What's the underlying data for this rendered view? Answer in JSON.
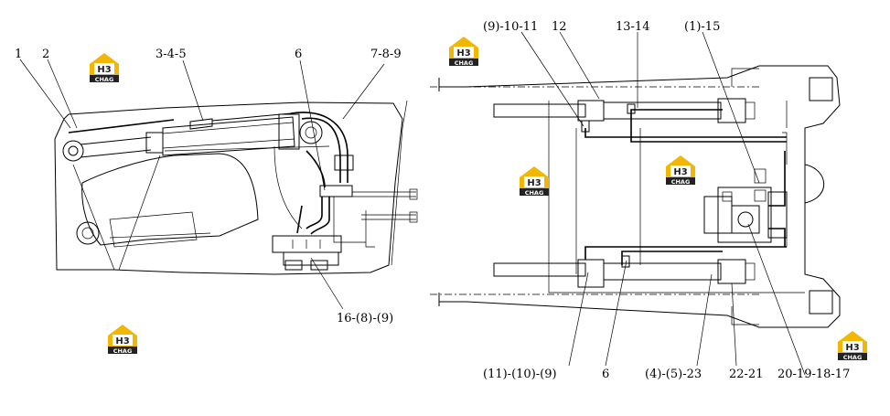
{
  "watermark": {
    "logo_text": "H3",
    "brand_text": "CHAG",
    "color": "#f2b705"
  },
  "left_view": {
    "labels": [
      "1",
      "2",
      "3-4-5",
      "6",
      "7-8-9",
      "16-(8)-(9)"
    ]
  },
  "right_view": {
    "labels": [
      "(9)-10-11",
      "12",
      "13-14",
      "(1)-15",
      "(11)-(10)-(9)",
      "6",
      "(4)-(5)-23",
      "22-21",
      "20-19-18-17"
    ]
  }
}
